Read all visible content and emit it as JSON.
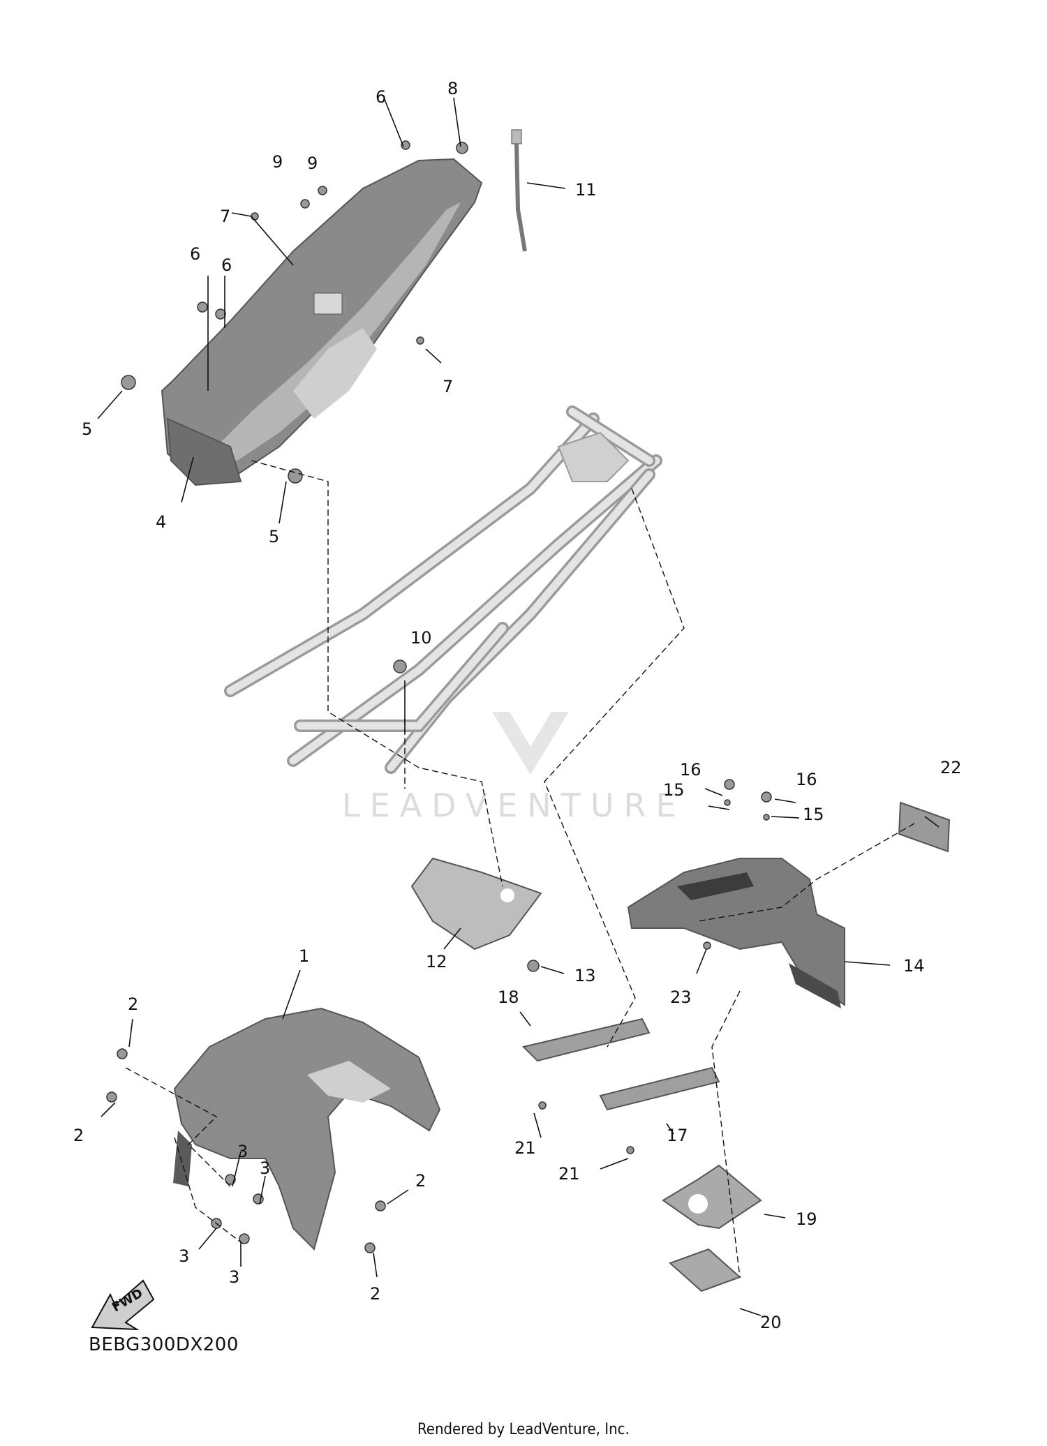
{
  "callouts": [
    "1",
    "2",
    "2",
    "2",
    "2",
    "3",
    "3",
    "3",
    "3",
    "4",
    "5",
    "5",
    "6",
    "6",
    "6",
    "7",
    "7",
    "8",
    "9",
    "9",
    "10",
    "11",
    "12",
    "13",
    "14",
    "15",
    "15",
    "16",
    "16",
    "17",
    "18",
    "19",
    "20",
    "21",
    "21",
    "22",
    "23"
  ],
  "diagram_code": "BEBG300DX200",
  "fwd_label": "FWD",
  "watermark": "LEADVENTURE",
  "footer": "Rendered by LeadVenture, Inc."
}
